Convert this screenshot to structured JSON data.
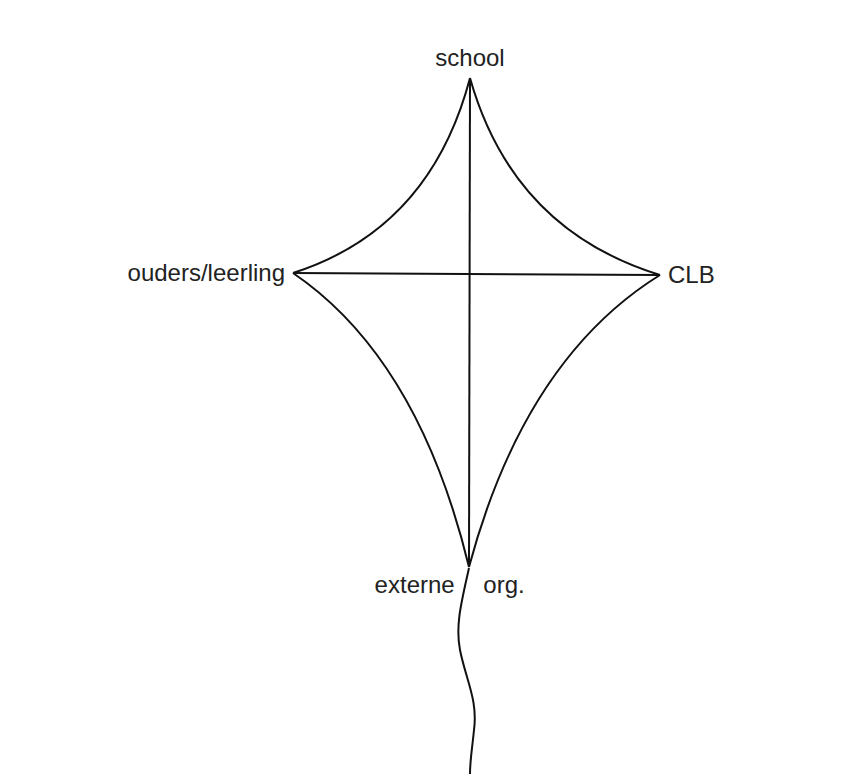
{
  "diagram": {
    "nodes": [
      {
        "text": [
          "school"
        ]
      },
      {
        "text": [
          "ouders/leerling"
        ]
      },
      {
        "text": [
          "CLB"
        ]
      },
      {
        "text": [
          "externe org."
        ]
      }
    ],
    "edges": [
      {
        "from": 0,
        "to": 1,
        "arrow": "none"
      },
      {
        "from": 0,
        "to": 2,
        "arrow": "none"
      },
      {
        "from": 1,
        "to": 3,
        "arrow": "none"
      },
      {
        "from": 2,
        "to": 3,
        "arrow": "none"
      },
      {
        "from": 0,
        "to": 3,
        "arrow": "none"
      },
      {
        "from": 1,
        "to": 2,
        "arrow": "none"
      }
    ]
  }
}
